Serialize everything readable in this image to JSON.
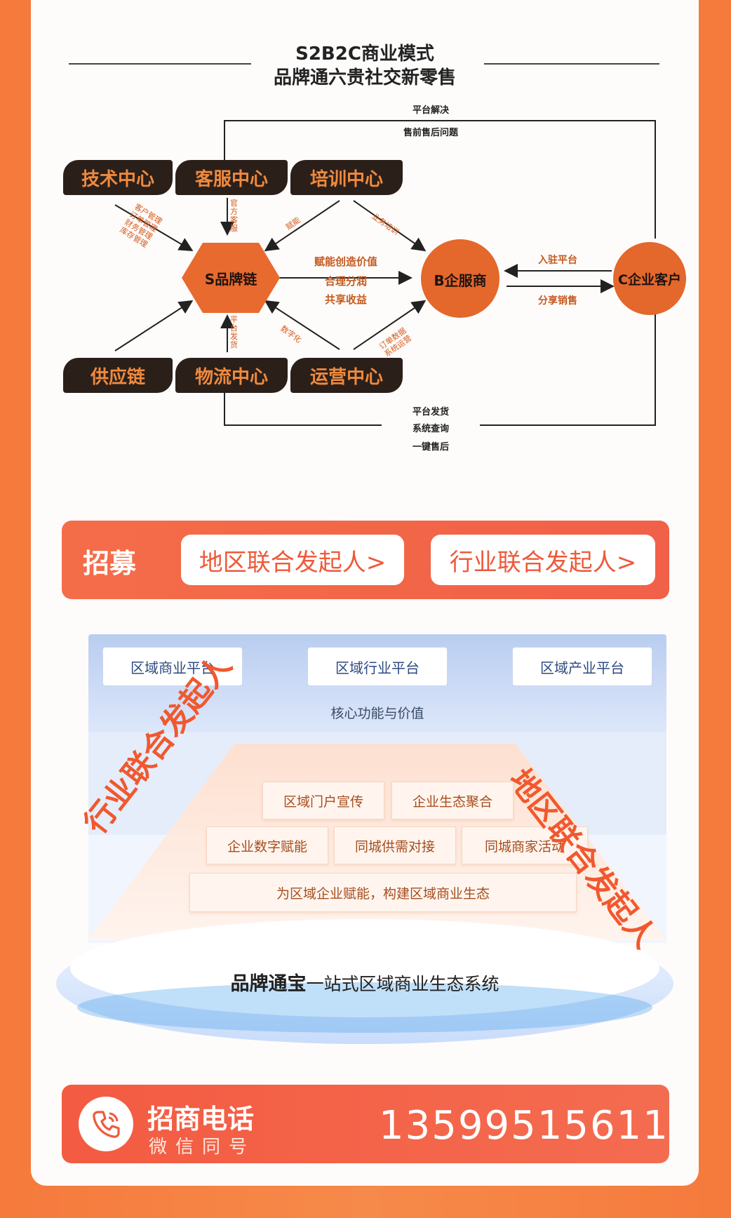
{
  "header": {
    "title_line1": "S2B2C商业模式",
    "title_line2": "品牌通六贵社交新零售"
  },
  "diagram": {
    "boxes": {
      "tech": "技术中心",
      "service": "客服中心",
      "training": "培训中心",
      "supply": "供应链",
      "logistics": "物流中心",
      "operation": "运营中心"
    },
    "hex_label": "S品牌链",
    "b_label": "B企服商",
    "c_label": "C企业客户",
    "top_loop": [
      "平台解决",
      "售前售后问题"
    ],
    "bottom_loop": [
      "平台发货",
      "系统查询",
      "一键售后"
    ],
    "center_lines": [
      "赋能创造价值",
      "合理分润",
      "共享收益"
    ],
    "join_label": "入驻平台",
    "share_label": "分享销售",
    "small_tech": [
      "客户管理",
      "订单管理",
      "财务管理",
      "库存管理"
    ],
    "small_service": [
      "官方客服"
    ],
    "small_training": [
      "业务培训"
    ],
    "small_training_s": [
      "赋能"
    ],
    "small_logistics": [
      "平台发货"
    ],
    "small_operation": [
      "订单数据",
      "系统运营"
    ],
    "small_operation_s": [
      "数字化"
    ]
  },
  "recruit": {
    "label": "招募",
    "btn_region": "地区联合发起人>",
    "btn_industry": "行业联合发起人>"
  },
  "platform": {
    "tops": [
      "区域商业平台",
      "区域行业平台",
      "区域产业平台"
    ],
    "core": "核心功能与价值",
    "row1": [
      "区域门户宣传",
      "企业生态聚合"
    ],
    "row2": [
      "企业数字赋能",
      "同城供需对接",
      "同城商家活动"
    ],
    "row3": "为区域企业赋能，构建区域商业生态",
    "left_side": "行业联合发起人",
    "right_side": "地区联合发起人",
    "system_prefix": "品牌通宝",
    "system_suffix": "一站式区域商业生态系统"
  },
  "contact": {
    "label": "招商电话",
    "sub": "微信同号",
    "phone": "13599515611",
    "icon": "phone-icon"
  },
  "colors": {
    "orange_bg": "#f57a3c",
    "accent": "#f1582e",
    "dark_box": "#2b1f1a",
    "hex_fill": "#e96a2e"
  }
}
